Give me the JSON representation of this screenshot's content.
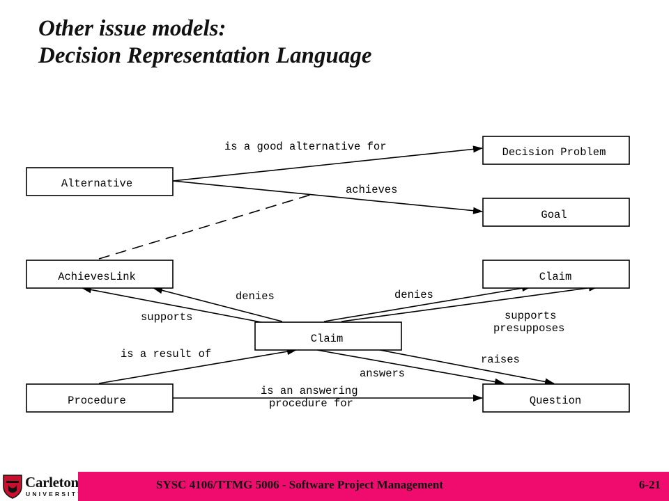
{
  "title": {
    "line1": "Other issue models:",
    "line2": "Decision Representation Language"
  },
  "diagram": {
    "nodes": {
      "alternative": "Alternative",
      "decision_problem": "Decision Problem",
      "goal": "Goal",
      "achieves_link": "AchievesLink",
      "claim_right": "Claim",
      "claim_center": "Claim",
      "procedure": "Procedure",
      "question": "Question"
    },
    "edges": {
      "good_alternative_for": "is a good alternative for",
      "achieves": "achieves",
      "denies_left": "denies",
      "denies_right": "denies",
      "supports_left": "supports",
      "supports_right": "supports",
      "presupposes": "presupposes",
      "result_of": "is a result of",
      "raises": "raises",
      "answers": "answers",
      "answering_procedure_1": "is an answering",
      "answering_procedure_2": "procedure for"
    }
  },
  "footer": {
    "logo_name": "Carleton",
    "logo_sub": "UNIVERSITY",
    "course": "SYSC 4106/TTMG 5006 - Software Project Management",
    "page": "6-21",
    "bar_color": "#f00c6e"
  }
}
